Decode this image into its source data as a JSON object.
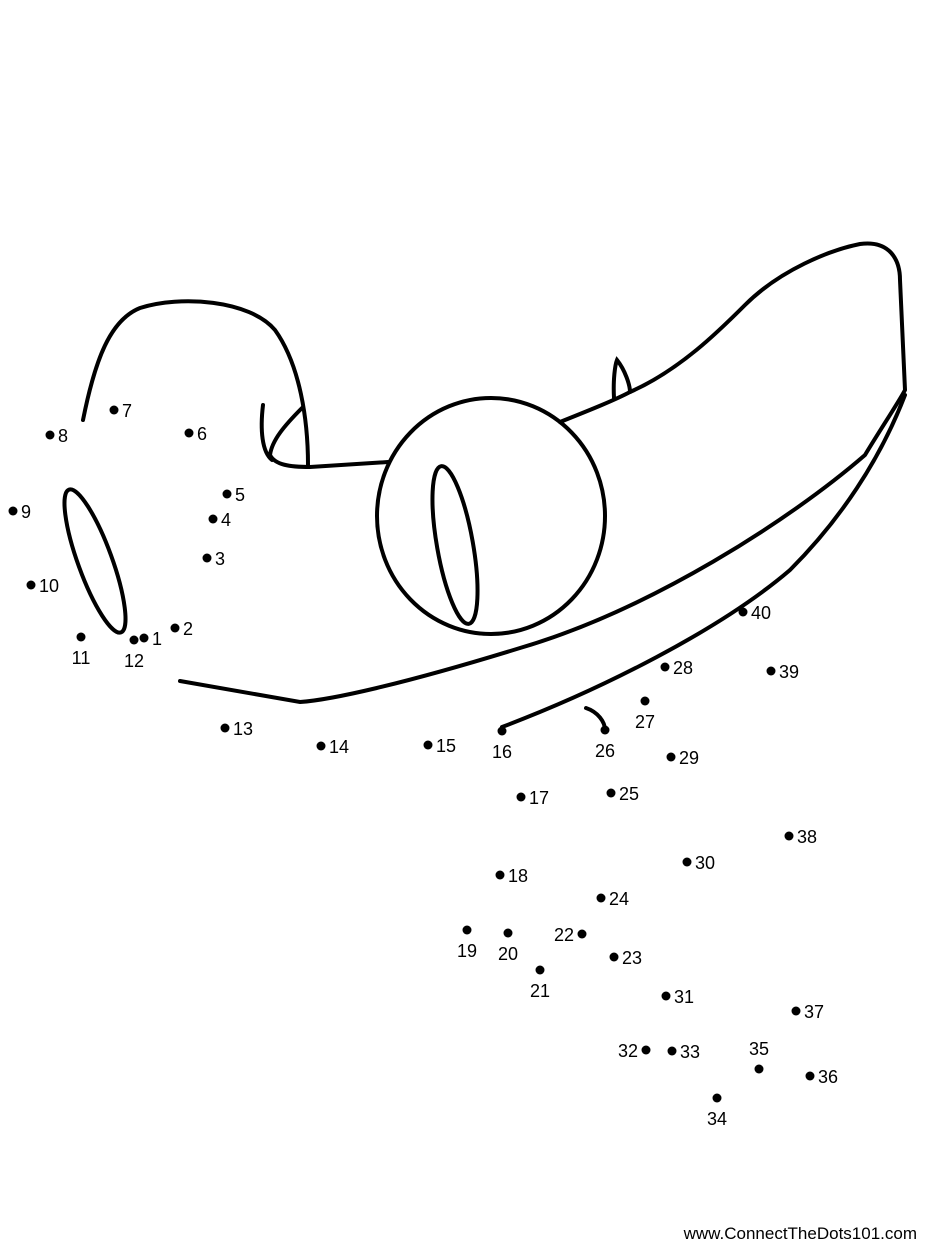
{
  "puzzle": {
    "dots": [
      "1",
      "2",
      "3",
      "4",
      "5",
      "6",
      "7",
      "8",
      "9",
      "10",
      "11",
      "12",
      "13",
      "14",
      "15",
      "16",
      "17",
      "18",
      "19",
      "20",
      "21",
      "22",
      "23",
      "24",
      "25",
      "26",
      "27",
      "28",
      "29",
      "30",
      "31",
      "32",
      "33",
      "34",
      "35",
      "36",
      "37",
      "38",
      "39",
      "40"
    ],
    "line_color": "#000000"
  },
  "footer": {
    "site": "www.ConnectTheDots101.com"
  }
}
